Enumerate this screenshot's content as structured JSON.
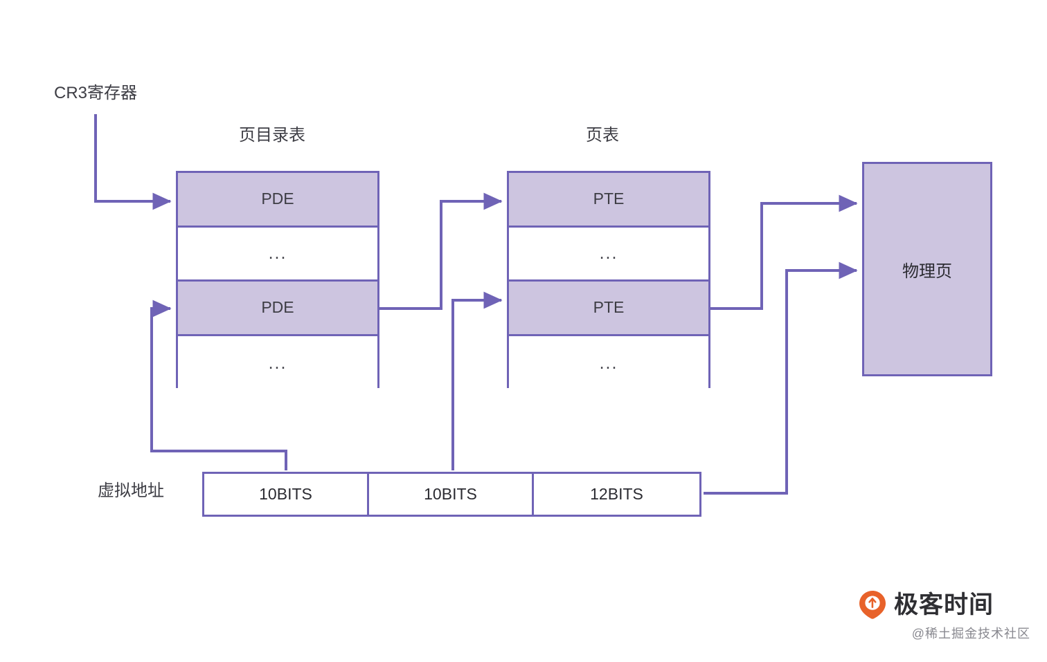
{
  "diagram": {
    "title_cr3": "CR3寄存器",
    "title_page_directory": "页目录表",
    "title_page_table": "页表",
    "title_virtual_address": "虚拟地址",
    "physical_page": "物理页",
    "ellipsis": "...",
    "page_directory_rows": [
      {
        "label": "PDE",
        "kind": "entry"
      },
      {
        "label": "...",
        "kind": "ellipsis"
      },
      {
        "label": "PDE",
        "kind": "entry"
      },
      {
        "label": "...",
        "kind": "ellipsis"
      }
    ],
    "page_table_rows": [
      {
        "label": "PTE",
        "kind": "entry"
      },
      {
        "label": "...",
        "kind": "ellipsis"
      },
      {
        "label": "PTE",
        "kind": "entry"
      },
      {
        "label": "...",
        "kind": "ellipsis"
      }
    ],
    "virtual_address_fields": [
      {
        "label": "10BITS"
      },
      {
        "label": "10BITS"
      },
      {
        "label": "12BITS"
      }
    ],
    "colors": {
      "stroke": "#6f63b6",
      "fill": "#cdc5e0",
      "text": "#3d3d44",
      "background": "#ffffff"
    }
  },
  "watermark": {
    "brand": "极客时间",
    "handle": "@稀土掘金技术社区",
    "logo_color": "#e8622a"
  }
}
